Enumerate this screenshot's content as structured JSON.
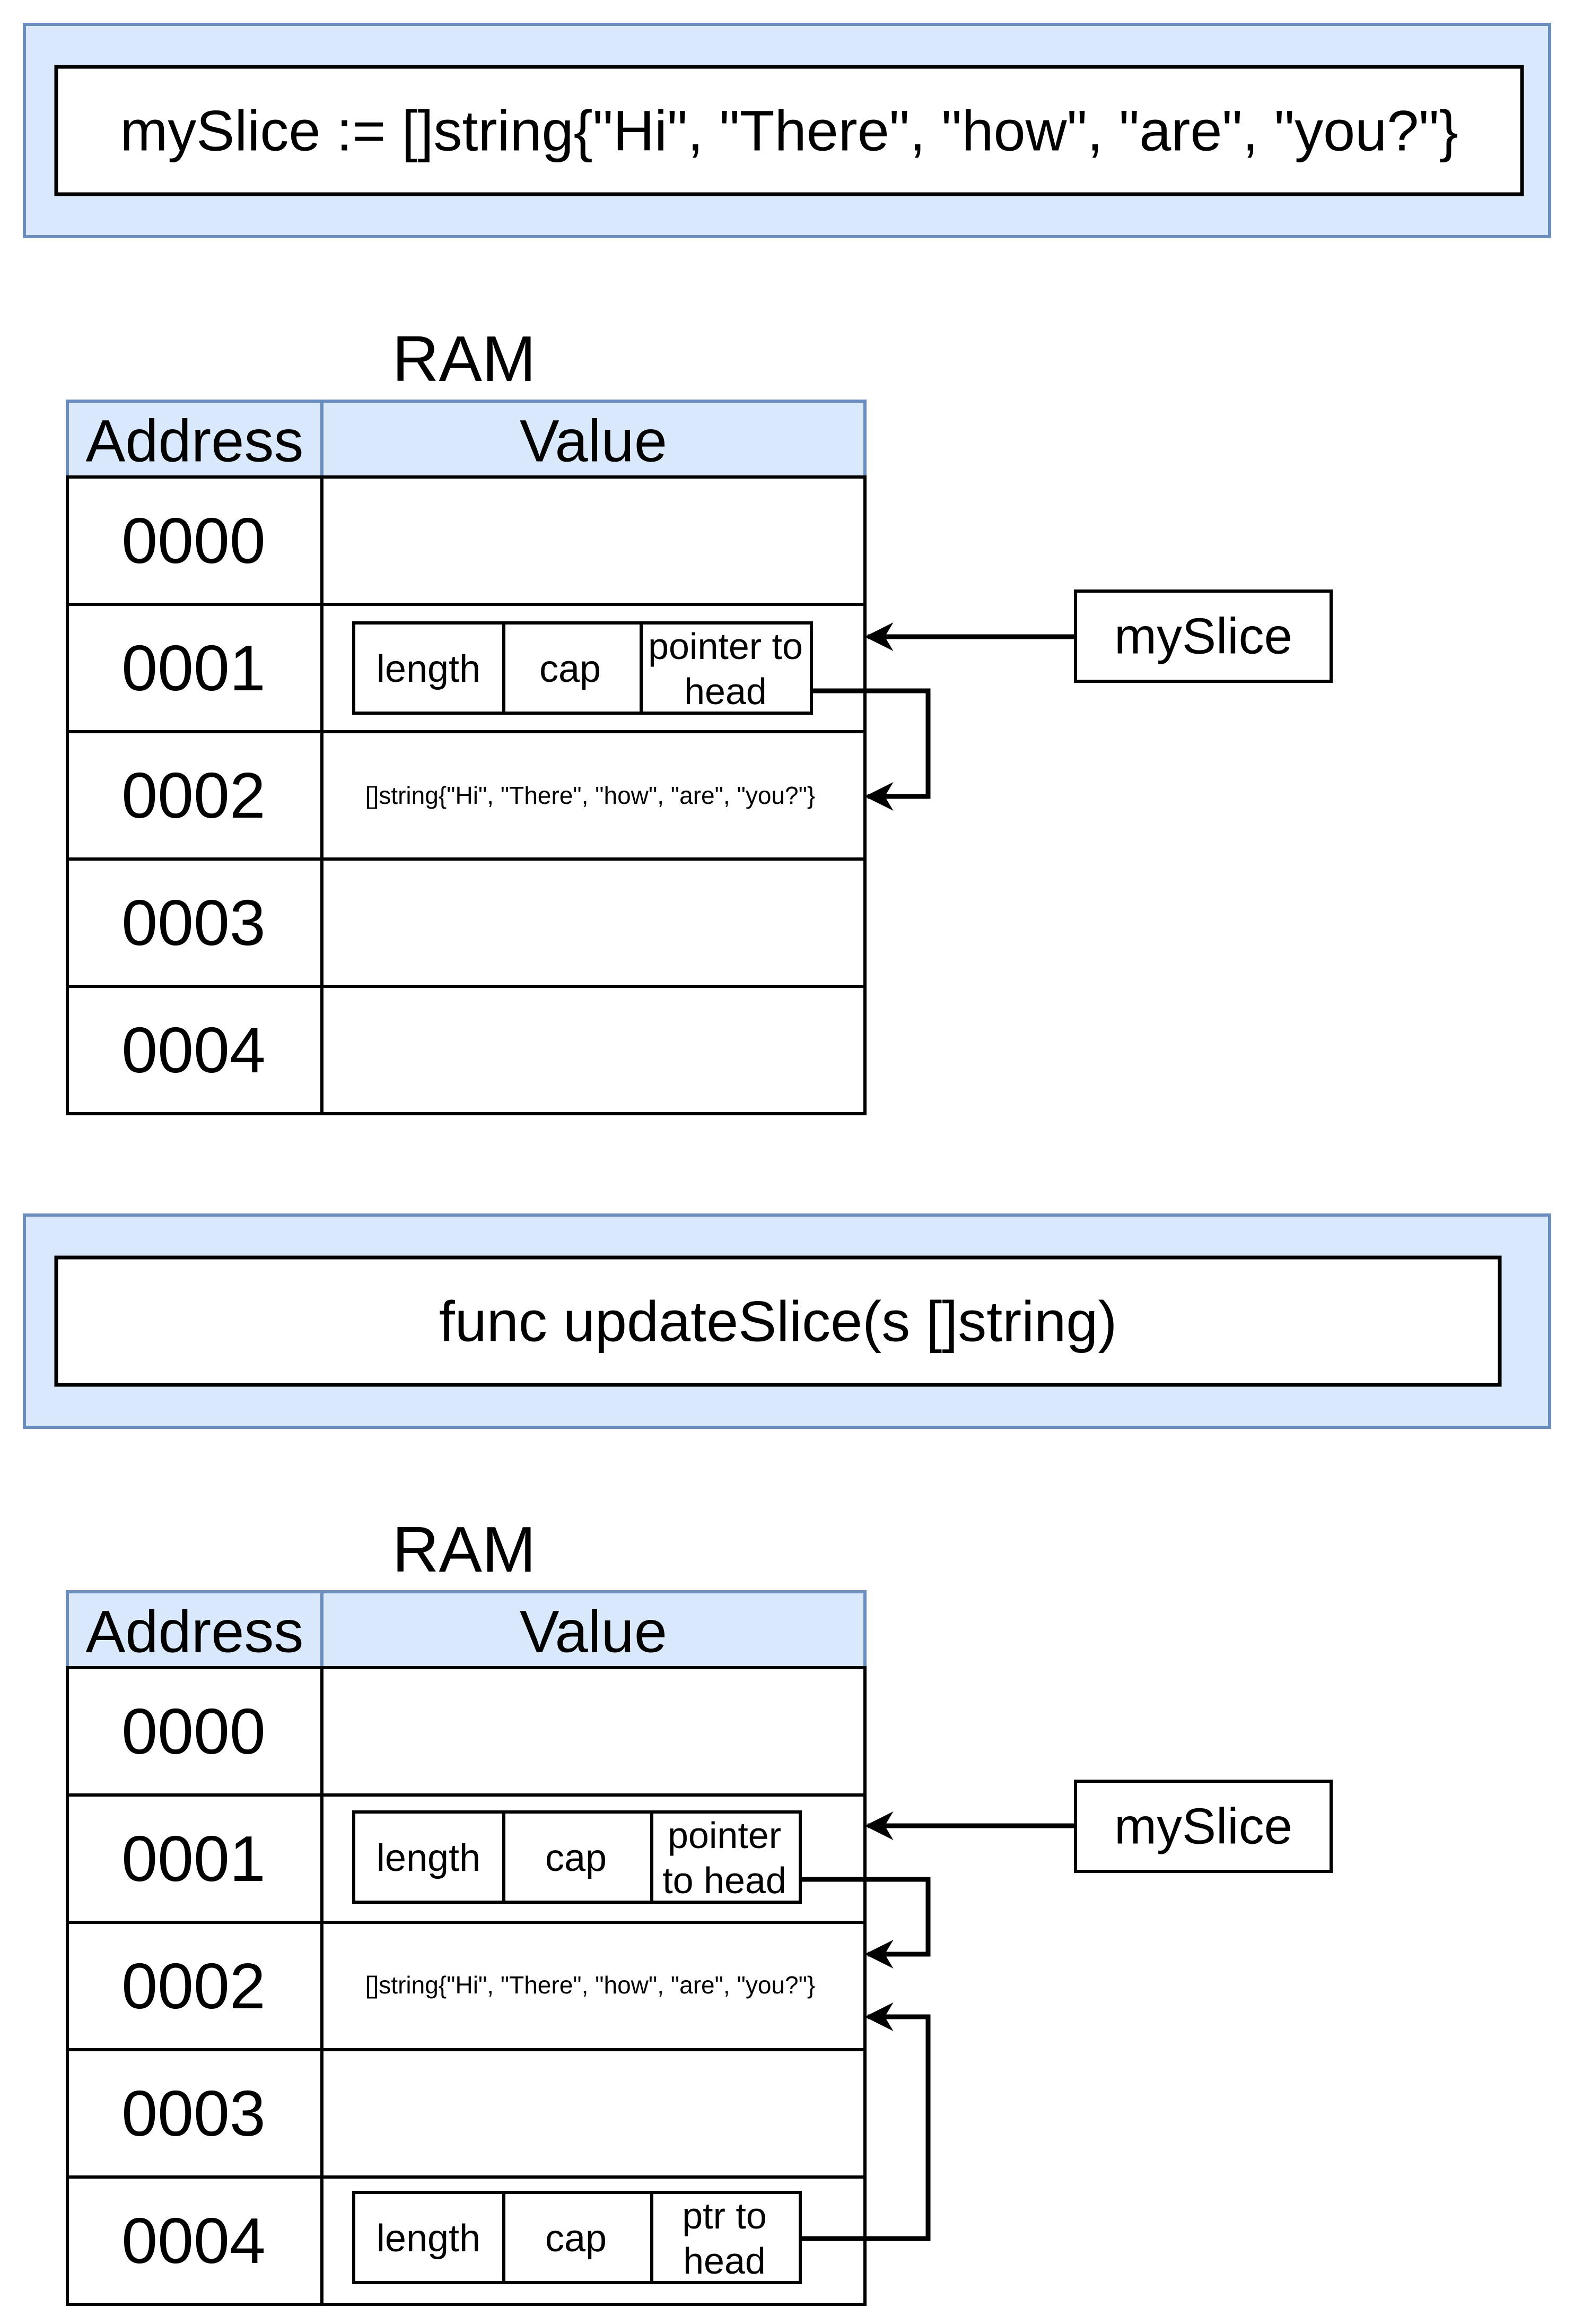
{
  "colors": {
    "banner_fill": "#dae8fc",
    "banner_stroke": "#6c8ebf",
    "line": "#000000",
    "background": "#ffffff"
  },
  "top": {
    "code": "mySlice := []string{\"Hi\", \"There\", \"how\", \"are\", \"you?\"}",
    "ram": {
      "title": "RAM",
      "header": {
        "address": "Address",
        "value": "Value"
      },
      "rows": [
        {
          "address": "0000"
        },
        {
          "address": "0001",
          "struct": [
            "length",
            "cap",
            "pointer to",
            "head"
          ]
        },
        {
          "address": "0002",
          "value": "[]string{\"Hi\", \"There\", \"how\", \"are\", \"you?\"}"
        },
        {
          "address": "0003"
        },
        {
          "address": "0004"
        }
      ]
    },
    "variable": "mySlice"
  },
  "bottom": {
    "code": "func updateSlice(s []string)",
    "ram": {
      "title": "RAM",
      "header": {
        "address": "Address",
        "value": "Value"
      },
      "rows": [
        {
          "address": "0000"
        },
        {
          "address": "0001",
          "struct": [
            "length",
            "cap",
            "pointer",
            "to head"
          ]
        },
        {
          "address": "0002",
          "value": "[]string{\"Hi\", \"There\", \"how\", \"are\", \"you?\"}"
        },
        {
          "address": "0003"
        },
        {
          "address": "0004",
          "struct": [
            "length",
            "cap",
            "ptr to",
            "head"
          ]
        }
      ]
    },
    "variable": "mySlice"
  }
}
